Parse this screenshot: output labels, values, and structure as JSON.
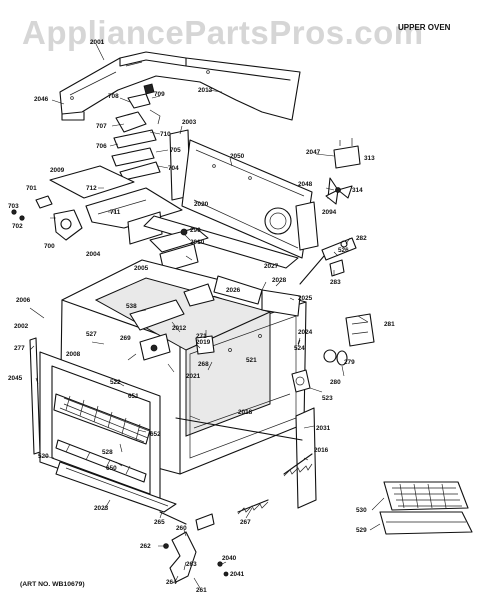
{
  "watermark": "AppliancePartsPros.com",
  "section_title": "UPPER OVEN",
  "art_number": "(ART NO. WB10679)",
  "part_labels": [
    {
      "id": "2001",
      "text": "2001"
    },
    {
      "id": "2046",
      "text": "2046"
    },
    {
      "id": "2013",
      "text": "2013"
    },
    {
      "id": "708",
      "text": "708"
    },
    {
      "id": "709",
      "text": "709"
    },
    {
      "id": "707",
      "text": "707"
    },
    {
      "id": "710",
      "text": "710"
    },
    {
      "id": "705",
      "text": "705"
    },
    {
      "id": "706",
      "text": "706"
    },
    {
      "id": "704",
      "text": "704"
    },
    {
      "id": "2003",
      "text": "2003"
    },
    {
      "id": "2050",
      "text": "2050"
    },
    {
      "id": "2047",
      "text": "2047"
    },
    {
      "id": "313",
      "text": "313"
    },
    {
      "id": "2009",
      "text": "2009"
    },
    {
      "id": "712",
      "text": "712"
    },
    {
      "id": "711",
      "text": "711"
    },
    {
      "id": "701",
      "text": "701"
    },
    {
      "id": "703",
      "text": "703"
    },
    {
      "id": "702",
      "text": "702"
    },
    {
      "id": "700",
      "text": "700"
    },
    {
      "id": "2048",
      "text": "2048"
    },
    {
      "id": "314",
      "text": "314"
    },
    {
      "id": "2020",
      "text": "2020"
    },
    {
      "id": "2094",
      "text": "2094"
    },
    {
      "id": "290",
      "text": "290"
    },
    {
      "id": "2010",
      "text": "2010"
    },
    {
      "id": "2004",
      "text": "2004"
    },
    {
      "id": "2005",
      "text": "2005"
    },
    {
      "id": "526",
      "text": "526"
    },
    {
      "id": "282",
      "text": "282"
    },
    {
      "id": "2027",
      "text": "2027"
    },
    {
      "id": "2028",
      "text": "2028"
    },
    {
      "id": "283",
      "text": "283"
    },
    {
      "id": "2026",
      "text": "2026"
    },
    {
      "id": "2025",
      "text": "2025"
    },
    {
      "id": "2006",
      "text": "2006"
    },
    {
      "id": "538",
      "text": "538"
    },
    {
      "id": "2002",
      "text": "2002"
    },
    {
      "id": "2012",
      "text": "2012"
    },
    {
      "id": "527",
      "text": "527"
    },
    {
      "id": "271",
      "text": "271"
    },
    {
      "id": "2024",
      "text": "2024"
    },
    {
      "id": "281",
      "text": "281"
    },
    {
      "id": "277",
      "text": "277"
    },
    {
      "id": "269",
      "text": "269"
    },
    {
      "id": "2019",
      "text": "2019"
    },
    {
      "id": "2008",
      "text": "2008"
    },
    {
      "id": "268",
      "text": "268"
    },
    {
      "id": "2021",
      "text": "2021"
    },
    {
      "id": "524",
      "text": "524"
    },
    {
      "id": "521",
      "text": "521"
    },
    {
      "id": "279",
      "text": "279"
    },
    {
      "id": "2045",
      "text": "2045"
    },
    {
      "id": "522",
      "text": "522"
    },
    {
      "id": "280",
      "text": "280"
    },
    {
      "id": "651",
      "text": "651"
    },
    {
      "id": "523",
      "text": "523"
    },
    {
      "id": "2018",
      "text": "2018"
    },
    {
      "id": "2031",
      "text": "2031"
    },
    {
      "id": "652",
      "text": "652"
    },
    {
      "id": "528",
      "text": "528"
    },
    {
      "id": "520",
      "text": "520"
    },
    {
      "id": "650",
      "text": "650"
    },
    {
      "id": "2016",
      "text": "2016"
    },
    {
      "id": "2023",
      "text": "2023"
    },
    {
      "id": "265",
      "text": "265"
    },
    {
      "id": "267",
      "text": "267"
    },
    {
      "id": "530",
      "text": "530"
    },
    {
      "id": "260",
      "text": "260"
    },
    {
      "id": "529",
      "text": "529"
    },
    {
      "id": "262",
      "text": "262"
    },
    {
      "id": "263",
      "text": "263"
    },
    {
      "id": "2040",
      "text": "2040"
    },
    {
      "id": "264",
      "text": "264"
    },
    {
      "id": "261",
      "text": "261"
    },
    {
      "id": "2041",
      "text": "2041"
    }
  ]
}
